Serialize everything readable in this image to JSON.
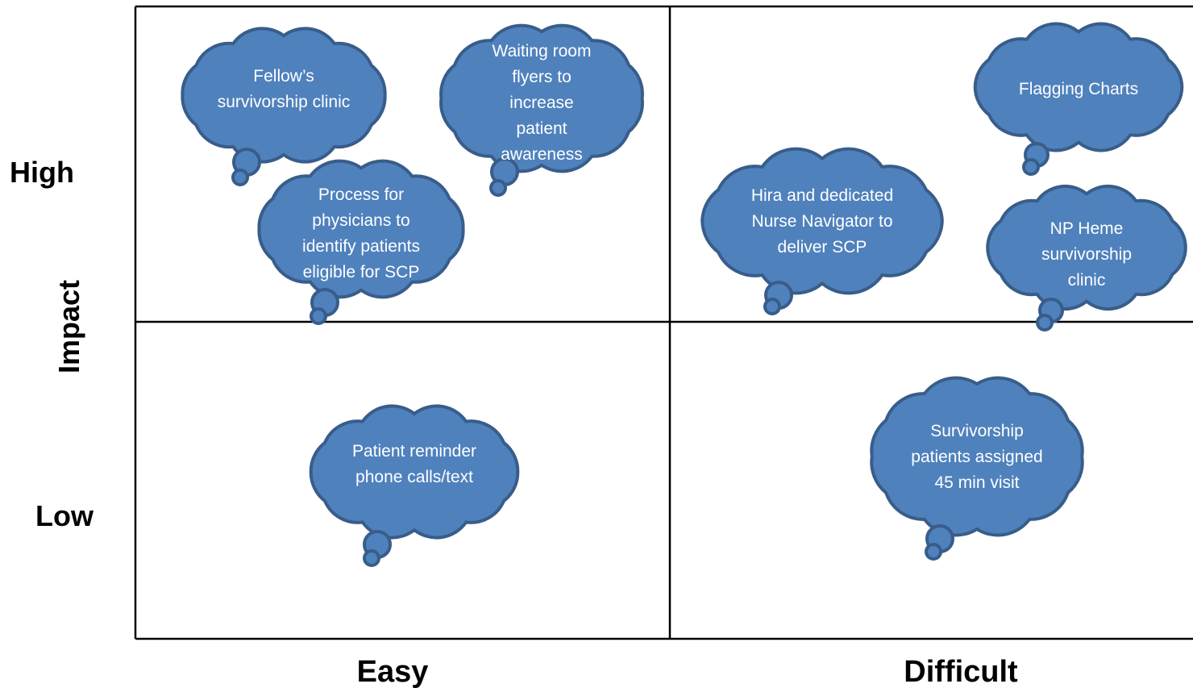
{
  "axes": {
    "y_title": "Impact",
    "y_high": "High",
    "y_low": "Low",
    "x_easy": "Easy",
    "x_difficult": "Difficult"
  },
  "colors": {
    "cloud_fill": "#4f81bd",
    "cloud_stroke": "#385d8a",
    "text": "#ffffff",
    "grid": "#000000"
  },
  "clouds": [
    {
      "id": "fellows",
      "lines": [
        "Fellow’s",
        "survivorship clinic"
      ]
    },
    {
      "id": "waiting-room",
      "lines": [
        "Waiting room",
        "flyers to",
        "increase",
        "patient",
        "awareness"
      ]
    },
    {
      "id": "process",
      "lines": [
        "Process for",
        "physicians to",
        "identify patients",
        "eligible for SCP"
      ]
    },
    {
      "id": "flagging",
      "lines": [
        "Flagging Charts"
      ]
    },
    {
      "id": "hira",
      "lines": [
        "Hira and dedicated",
        "Nurse Navigator to",
        "deliver SCP"
      ]
    },
    {
      "id": "np-heme",
      "lines": [
        "NP Heme",
        "survivorship",
        "clinic"
      ]
    },
    {
      "id": "reminder",
      "lines": [
        "Patient reminder",
        "phone calls/text"
      ]
    },
    {
      "id": "survivorship-45",
      "lines": [
        "Survivorship",
        "patients assigned",
        "45 min visit"
      ]
    }
  ]
}
